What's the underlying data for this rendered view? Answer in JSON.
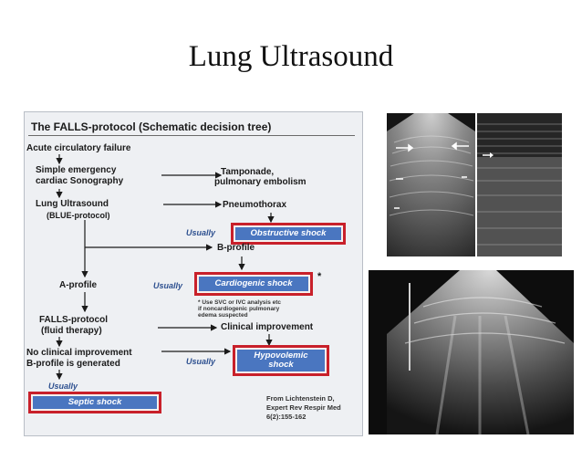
{
  "slide": {
    "title": "Lung Ultrasound"
  },
  "figure": {
    "heading": "The FALLS-protocol (Schematic decision tree)",
    "nodes": {
      "acute": "Acute circulatory failure",
      "simple1": "Simple emergency",
      "simple2": "cardiac Sonography",
      "lung1": "Lung Ultrasound",
      "lung2": "(BLUE-protocol)",
      "tamponade1": "Tamponade,",
      "tamponade2": "pulmonary embolism",
      "pneumothorax": "Pneumothorax",
      "bprofile": "B-profile",
      "aprofile": "A-profile",
      "falls1": "FALLS-protocol",
      "falls2": "(fluid therapy)",
      "clinical": "Clinical improvement",
      "noimprove1": "No clinical improvement",
      "noimprove2": "B-profile is generated"
    },
    "usually": "Usually",
    "shocks": {
      "obstructive": "Obstructive shock",
      "cardiogenic": "Cardiogenic shock",
      "hypovolemic": "Hypovolemic\nshock",
      "septic": "Septic shock"
    },
    "asterisk": "*",
    "note": [
      "* Use SVC or IVC analysis etc",
      "if noncardiogenic pulmonary",
      "edema suspected"
    ],
    "citation": [
      "From Lichtenstein D,",
      "Expert Rev Respir Med",
      "6(2):155-162"
    ]
  },
  "colors": {
    "shock_fill": "#4a76c0",
    "shock_border": "#c8202a",
    "text_blue": "#2c4f8f"
  }
}
